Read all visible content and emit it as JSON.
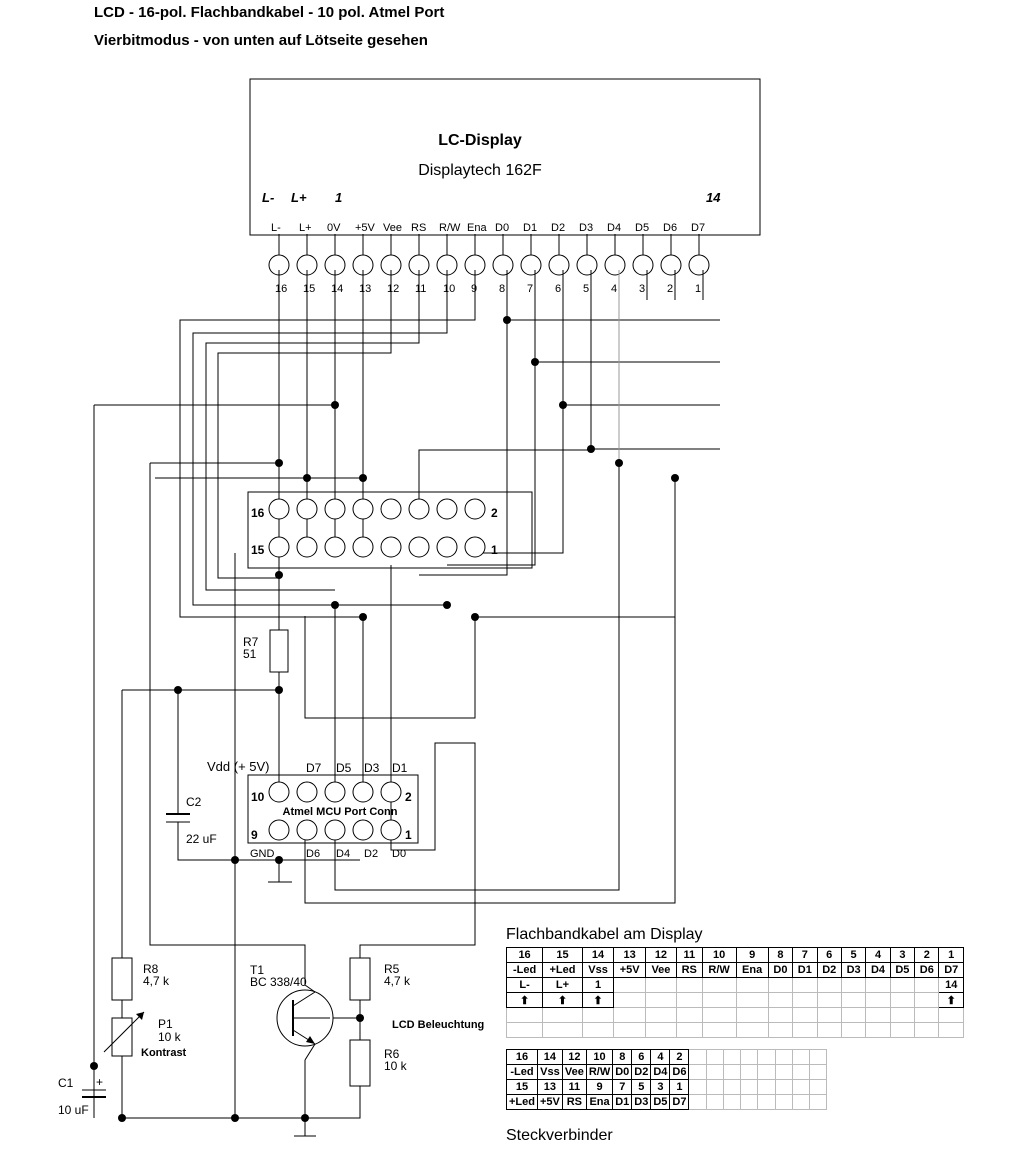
{
  "title": "LCD - 16-pol. Flachbandkabel - 10 pol. Atmel Port",
  "subtitle": "Vierbitmodus - von unten auf Lötseite gesehen",
  "display": {
    "name": "LC-Display",
    "model": "Displaytech 162F",
    "top_labels": [
      "L-",
      "L+",
      "1",
      "14"
    ],
    "pin_signals": [
      "L-",
      "L+",
      "0V",
      "+5V",
      "Vee",
      "RS",
      "R/W",
      "Ena",
      "D0",
      "D1",
      "D2",
      "D3",
      "D4",
      "D5",
      "D6",
      "D7"
    ],
    "pin_numbers": [
      "16",
      "15",
      "14",
      "13",
      "12",
      "11",
      "10",
      "9",
      "8",
      "7",
      "6",
      "5",
      "4",
      "3",
      "2",
      "1"
    ]
  },
  "connector16": {
    "top_left": "16",
    "top_right": "2",
    "bottom_left": "15",
    "bottom_right": "1"
  },
  "atmel": {
    "name": "Atmel MCU Port Conn",
    "vdd": "Vdd (+ 5V)",
    "top_signals": [
      "D7",
      "D5",
      "D3",
      "D1"
    ],
    "bottom_signals": [
      "D6",
      "D4",
      "D2",
      "D0"
    ],
    "gnd": "GND",
    "pin10": "10",
    "pin2": "2",
    "pin9": "9",
    "pin1": "1"
  },
  "components": {
    "r7": [
      "R7",
      "51"
    ],
    "c2": [
      "C2",
      "22 uF"
    ],
    "r8": [
      "R8",
      "4,7 k"
    ],
    "p1": [
      "P1",
      "10 k",
      "Kontrast"
    ],
    "c1": [
      "C1",
      "10 uF"
    ],
    "t1": [
      "T1",
      "BC 338/40"
    ],
    "r5": [
      "R5",
      "4,7 k"
    ],
    "r6": [
      "R6",
      "10 k"
    ],
    "led": "LCD Beleuchtung"
  },
  "table1": {
    "caption": "Flachbandkabel am Display",
    "numbers": [
      "16",
      "15",
      "14",
      "13",
      "12",
      "11",
      "10",
      "9",
      "8",
      "7",
      "6",
      "5",
      "4",
      "3",
      "2",
      "1"
    ],
    "signals": [
      "-Led",
      "+Led",
      "Vss",
      "+5V",
      "Vee",
      "RS",
      "R/W",
      "Ena",
      "D0",
      "D1",
      "D2",
      "D3",
      "D4",
      "D5",
      "D6",
      "D7"
    ],
    "marks": [
      "L-",
      "L+",
      "1",
      "",
      "",
      "",
      "",
      "",
      "",
      "",
      "",
      "",
      "",
      "",
      "",
      "14"
    ],
    "arrows": [
      "⬆",
      "⬆",
      "⬆",
      "",
      "",
      "",
      "",
      "",
      "",
      "",
      "",
      "",
      "",
      "",
      "",
      "⬆"
    ]
  },
  "table2": {
    "caption": "Steckverbinder",
    "row1": [
      "16",
      "14",
      "12",
      "10",
      "8",
      "6",
      "4",
      "2"
    ],
    "row2": [
      "-Led",
      "Vss",
      "Vee",
      "R/W",
      "D0",
      "D2",
      "D4",
      "D6"
    ],
    "row3": [
      "15",
      "13",
      "11",
      "9",
      "7",
      "5",
      "3",
      "1"
    ],
    "row4": [
      "+Led",
      "+5V",
      "RS",
      "Ena",
      "D1",
      "D3",
      "D5",
      "D7"
    ]
  }
}
